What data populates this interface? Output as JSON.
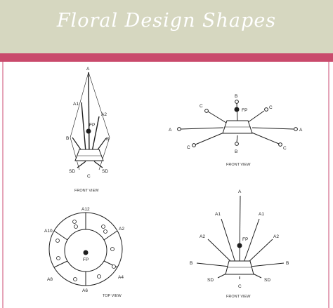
{
  "header": {
    "title": "Floral Design Shapes"
  },
  "colors": {
    "header_bg": "#d6d7c0",
    "band": "#c94a6c",
    "frame": "#e5a4b8",
    "ink": "#1e1e1e"
  },
  "diagrams": {
    "d1": {
      "caption": "FRONT VIEW",
      "labels": {
        "a": "A",
        "a1": "A1",
        "a2": "A2",
        "fp": "FP",
        "b_left": "B",
        "b_right": "B",
        "sd_left": "SD",
        "sd_right": "SD",
        "c": "C"
      }
    },
    "d2": {
      "caption": "FRONT VIEW",
      "labels": {
        "b": "B",
        "fp": "FP",
        "c_ul": "C",
        "c_ur": "C",
        "a_left": "A",
        "a_right": "A",
        "c_ll": "C",
        "c_lr": "C",
        "b_bottom": "B"
      }
    },
    "d3": {
      "caption": "TOP VIEW",
      "labels": {
        "a12": "A12",
        "a10": "A10",
        "a2": "A2",
        "fp": "FP",
        "a8": "A8",
        "a4": "A4",
        "a6": "A6"
      }
    },
    "d4": {
      "caption": "FRONT VIEW",
      "labels": {
        "a": "A",
        "a1_left": "A1",
        "a1_right": "A1",
        "a2_left": "A2",
        "a2_right": "A2",
        "fp": "FP",
        "b_left": "B",
        "b_right": "B",
        "sd_left": "SD",
        "sd_right": "SD",
        "c": "C"
      }
    }
  }
}
